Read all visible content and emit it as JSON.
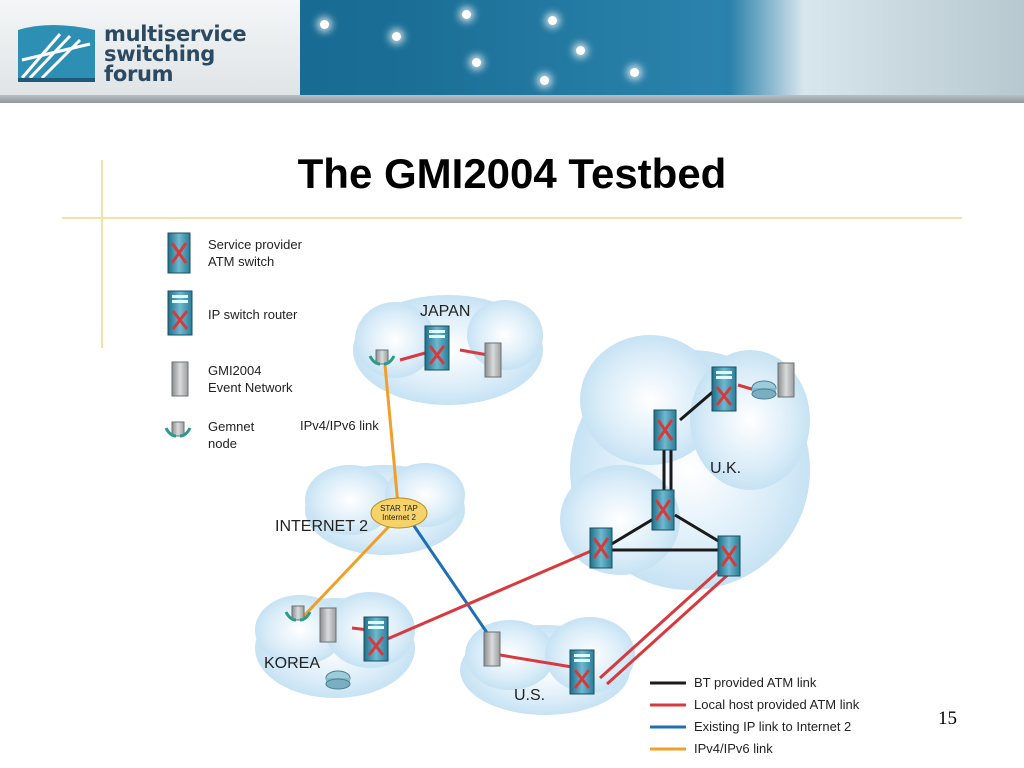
{
  "header": {
    "logo_lines": [
      "multiservice",
      "switching",
      "forum"
    ]
  },
  "slide": {
    "title": "The GMI2004 Testbed",
    "page_number": "15"
  },
  "legend_icons": [
    {
      "label_lines": [
        "Service provider",
        "ATM switch"
      ],
      "icon": "atm-switch-icon"
    },
    {
      "label_lines": [
        "IP switch router"
      ],
      "icon": "ip-router-icon"
    },
    {
      "label_lines": [
        "GMI2004",
        "Event Network"
      ],
      "icon": "server-icon"
    },
    {
      "label_lines": [
        "Gemnet",
        "node"
      ],
      "icon": "gemnet-node-icon"
    }
  ],
  "regions": {
    "japan": "JAPAN",
    "uk": "U.K.",
    "internet2": "INTERNET 2",
    "korea": "KOREA",
    "us": "U.S."
  },
  "star_tap": [
    "STAR TAP",
    "Internet 2"
  ],
  "annotation": "IPv4/IPv6 link",
  "link_legend": [
    {
      "label": "BT provided ATM link",
      "color": "#1a1a1a"
    },
    {
      "label": "Local host provided ATM link",
      "color": "#d8393f"
    },
    {
      "label": "Existing IP link to Internet 2",
      "color": "#1f6fb5"
    },
    {
      "label": "IPv4/IPv6 link",
      "color": "#f0a02a"
    }
  ],
  "colors": {
    "banner": "#0f5f86",
    "cloud": "#cfe6f5",
    "accent_rule": "#f1e3a8"
  }
}
